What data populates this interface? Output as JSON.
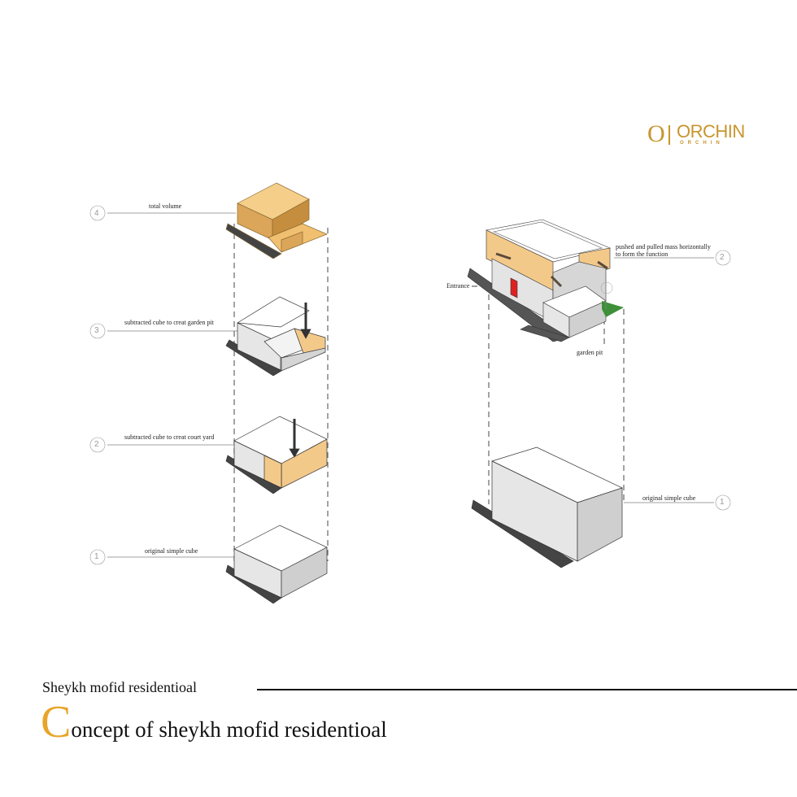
{
  "logo": {
    "mark": "O",
    "name": "ORCHIN",
    "subname": "ORCHIN"
  },
  "left_diagram": {
    "steps": [
      {
        "number": "4",
        "label": "total volume"
      },
      {
        "number": "3",
        "label": "subtracted cube to creat garden pit"
      },
      {
        "number": "2",
        "label": "subtracted cube to creat court yard"
      },
      {
        "number": "1",
        "label": "original simple cube"
      }
    ]
  },
  "right_diagram": {
    "steps": [
      {
        "number": "2",
        "label_line1": "pushed and pulled mass horizontally",
        "label_line2": "to form the function"
      },
      {
        "number": "1",
        "label": "original simple cube"
      }
    ],
    "annotations": {
      "entrance": "Entrance",
      "garden_pit": "garden pit"
    }
  },
  "footer": {
    "subtitle": "Sheykh mofid residentioal",
    "title_initial": "C",
    "title_rest": "oncept of sheykh mofid residentioal"
  },
  "colors": {
    "accent": "#e8a52a",
    "mass": "#f3c98a",
    "shadow": "#555555",
    "entrance": "#e02020",
    "garden": "#3f8f3a"
  }
}
